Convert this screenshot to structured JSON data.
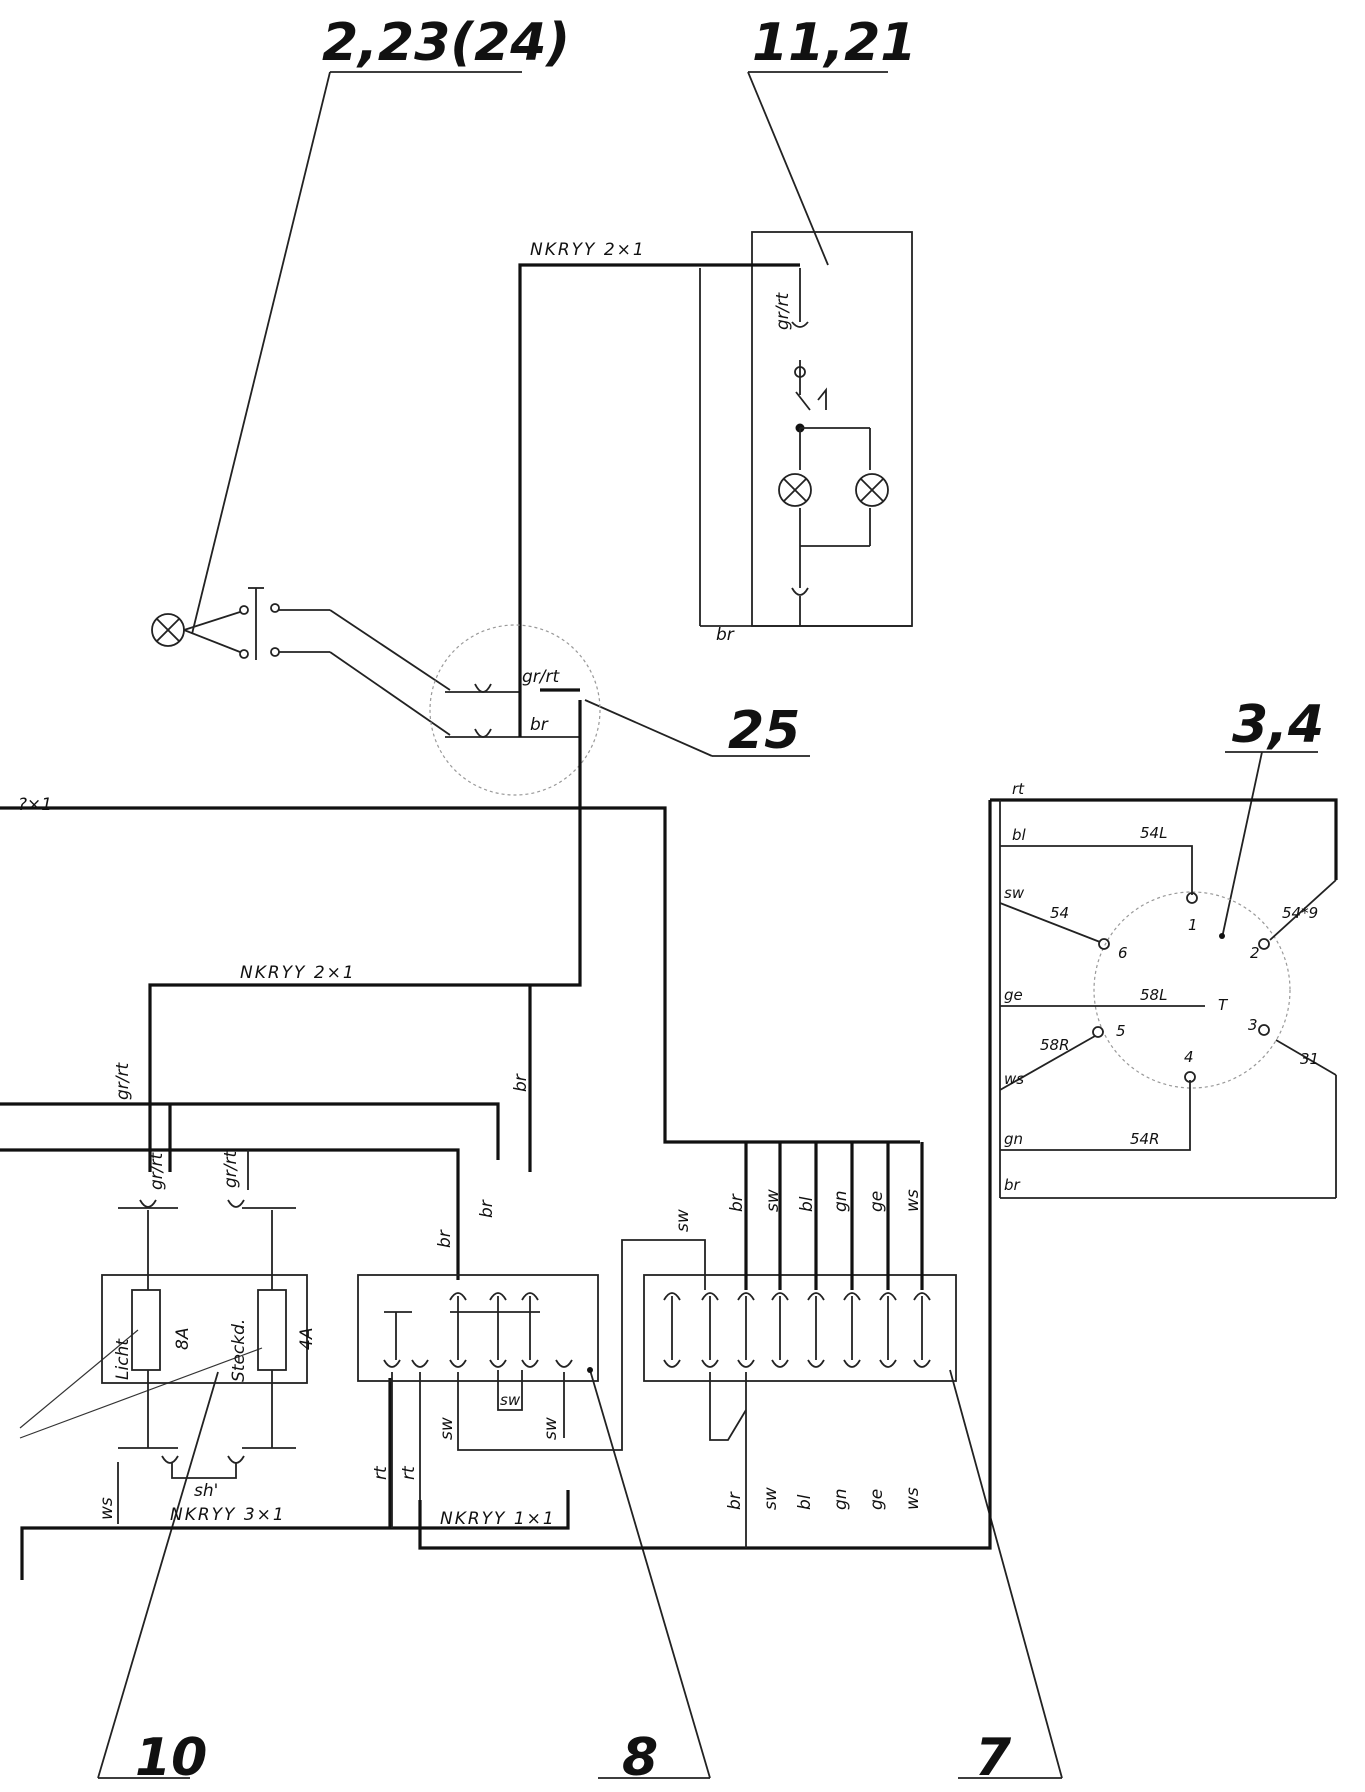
{
  "references": {
    "ref_top_left": "2,23(24)",
    "ref_top_right": "11,21",
    "ref_connector": "25",
    "ref_rotary_switch": "3,4",
    "ref_fuse_box": "10",
    "ref_terminal_block_8": "8",
    "ref_terminal_block_7": "7"
  },
  "cables": {
    "top": "NKRYY  2×1",
    "middle": "NKRYY  2×1",
    "bottom_left": "NKRYY  3×1",
    "bottom_mid": "NKRYY  1×1",
    "left_cut": "?×1"
  },
  "connector_25": {
    "wire_top": "gr/rt",
    "wire_bottom": "br"
  },
  "lamp_box": {
    "wire_top": "gr/rt",
    "wire_bottom": "br"
  },
  "fuse_box": {
    "fuse1_label": "Licht",
    "fuse1_rating": "8A",
    "fuse2_label": "Steckd.",
    "fuse2_rating": "4A",
    "wire_left_a": "gr/rt",
    "wire_left_b": "gr/rt",
    "wire_right": "gr/rt",
    "wire_out_left": "ws",
    "wire_out_mid": "sh'"
  },
  "block_8": {
    "top_wires": [
      "br",
      "br",
      "br"
    ],
    "bottom_wires": [
      "rt",
      "rt",
      "sw",
      "sw",
      "sw"
    ]
  },
  "block_7": {
    "top_wires": [
      "sw",
      "br",
      "sw",
      "bl",
      "gn",
      "ge",
      "ws"
    ],
    "bottom_wires": [
      "br",
      "sw",
      "bl",
      "gn",
      "ge",
      "ws"
    ]
  },
  "switch_3_4": {
    "wire_colors": [
      "rt",
      "bl",
      "sw",
      "ge",
      "ws",
      "gn",
      "br"
    ],
    "terminal_labels": [
      "54L",
      "54",
      "58L",
      "58R",
      "54R",
      "54*9",
      "31"
    ],
    "positions": [
      "1",
      "2",
      "3",
      "4",
      "5",
      "6",
      "T"
    ]
  }
}
